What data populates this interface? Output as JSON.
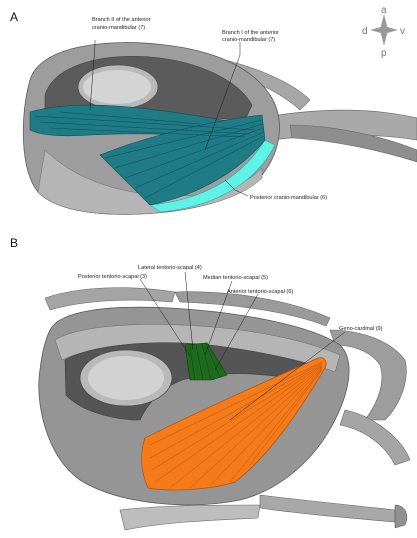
{
  "panels": {
    "a": {
      "label": "A",
      "compass": {
        "top": "a",
        "left": "d",
        "right": "v",
        "bottom": "p"
      },
      "labels": {
        "branch2_l1": "Branch II of the anterior",
        "branch2_l2": "cranio-mandibular (7)",
        "branch1_l1": "Branch I of the anterior",
        "branch1_l2": "cranio-mandibular (7)",
        "posterior": "Posterior cranio-mandibular (6)"
      }
    },
    "b": {
      "label": "B",
      "labels": {
        "lateral": "Lateral tentorio-scapal (4)",
        "posterior": "Posterior tentorio-scapal (3)",
        "median": "Median tentorio-scapal (5)",
        "anterior": "Anterior tentorio-scapal (6)",
        "geno": "Geno-cardinal (9)"
      }
    }
  },
  "colors": {
    "teal_muscle": "#1f7b86",
    "cyan_muscle": "#5ef3e6",
    "green_muscle": "#1e6b1e",
    "orange_muscle": "#f47a1a",
    "head_gray": "#9b9b9b",
    "dark_gray": "#5a5a5a",
    "light_gray": "#c8c8c8"
  }
}
